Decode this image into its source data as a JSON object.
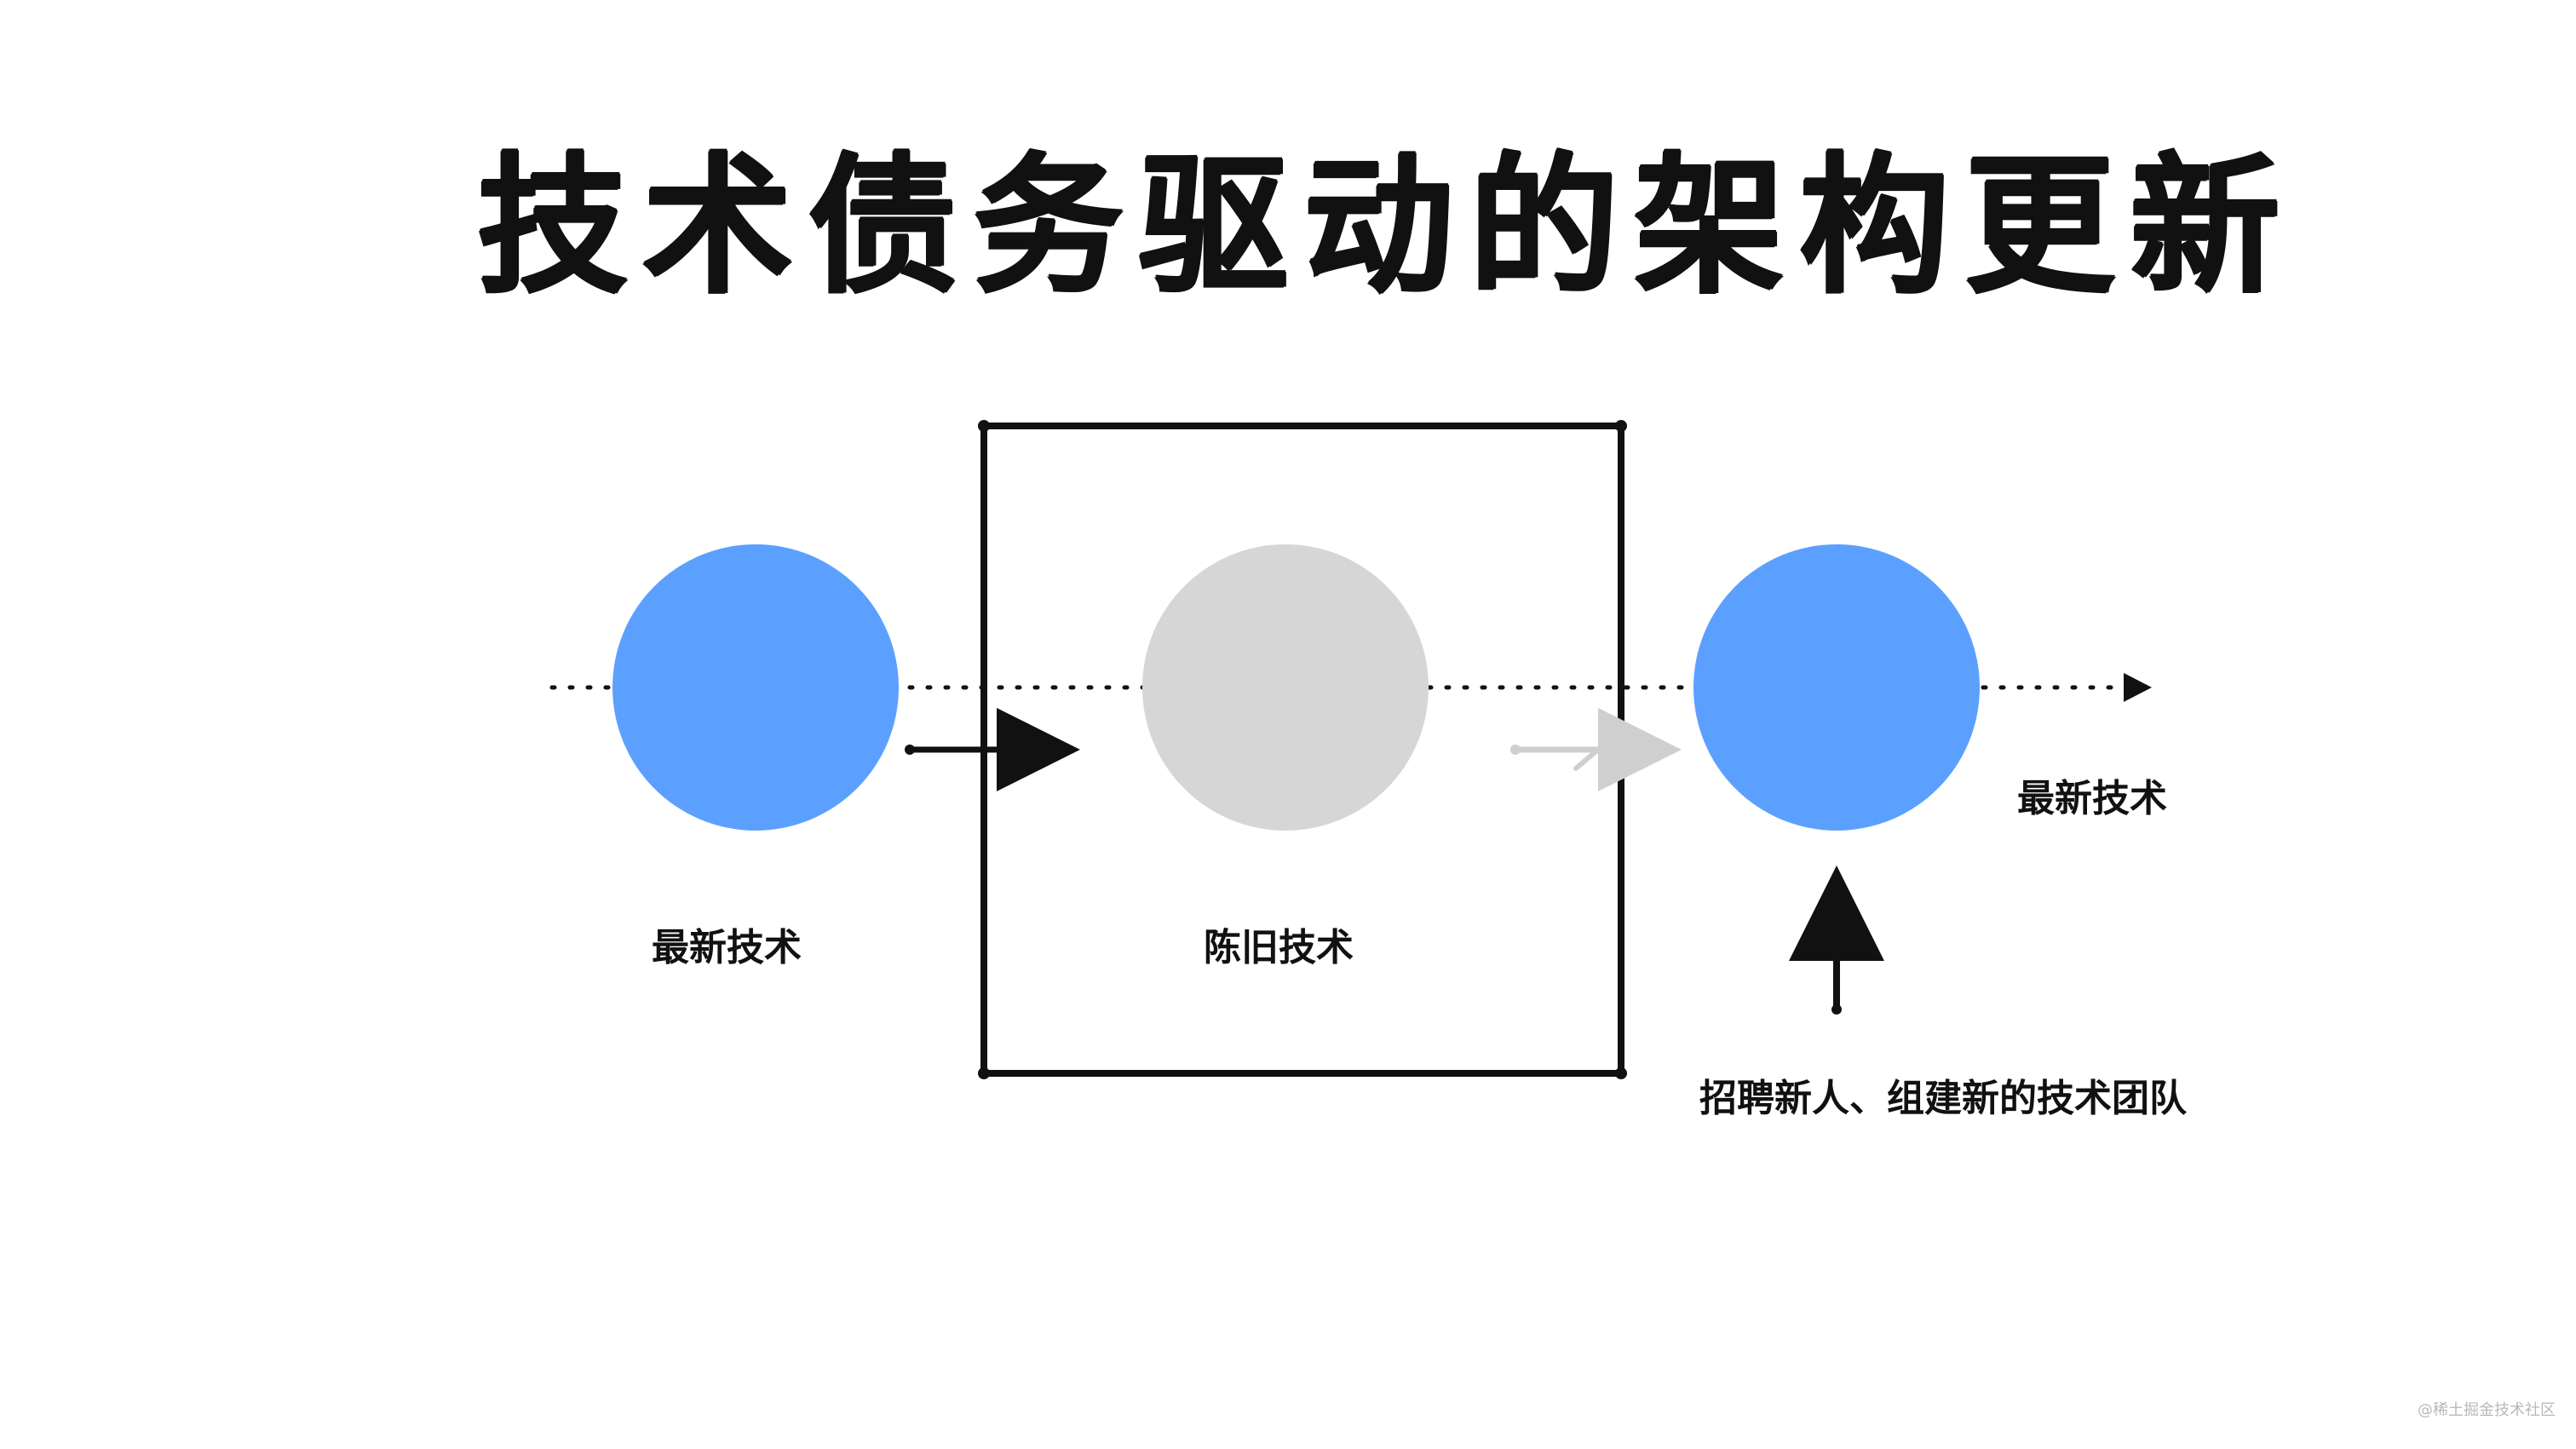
{
  "title": "技术债务驱动的架构更新",
  "nodes": {
    "left": {
      "label": "最新技术",
      "color": "#5ca0ff"
    },
    "middle": {
      "label": "陈旧技术",
      "color": "#d6d6d6"
    },
    "right": {
      "label": "最新技术",
      "color": "#5ca0ff"
    }
  },
  "annotation": {
    "text": "招聘新人、组建新的技术团队"
  },
  "watermark": {
    "text": "@稀土掘金技术社区"
  },
  "colors": {
    "ink": "#111111",
    "faded_arrow": "#cfcfcf",
    "background": "#ffffff"
  },
  "icons": {
    "timeline_arrow": "arrow-right-icon",
    "transition_arrow_left": "arrow-right-icon",
    "transition_arrow_right": "faded-arrow-right-icon",
    "up_arrow": "arrow-up-icon"
  }
}
